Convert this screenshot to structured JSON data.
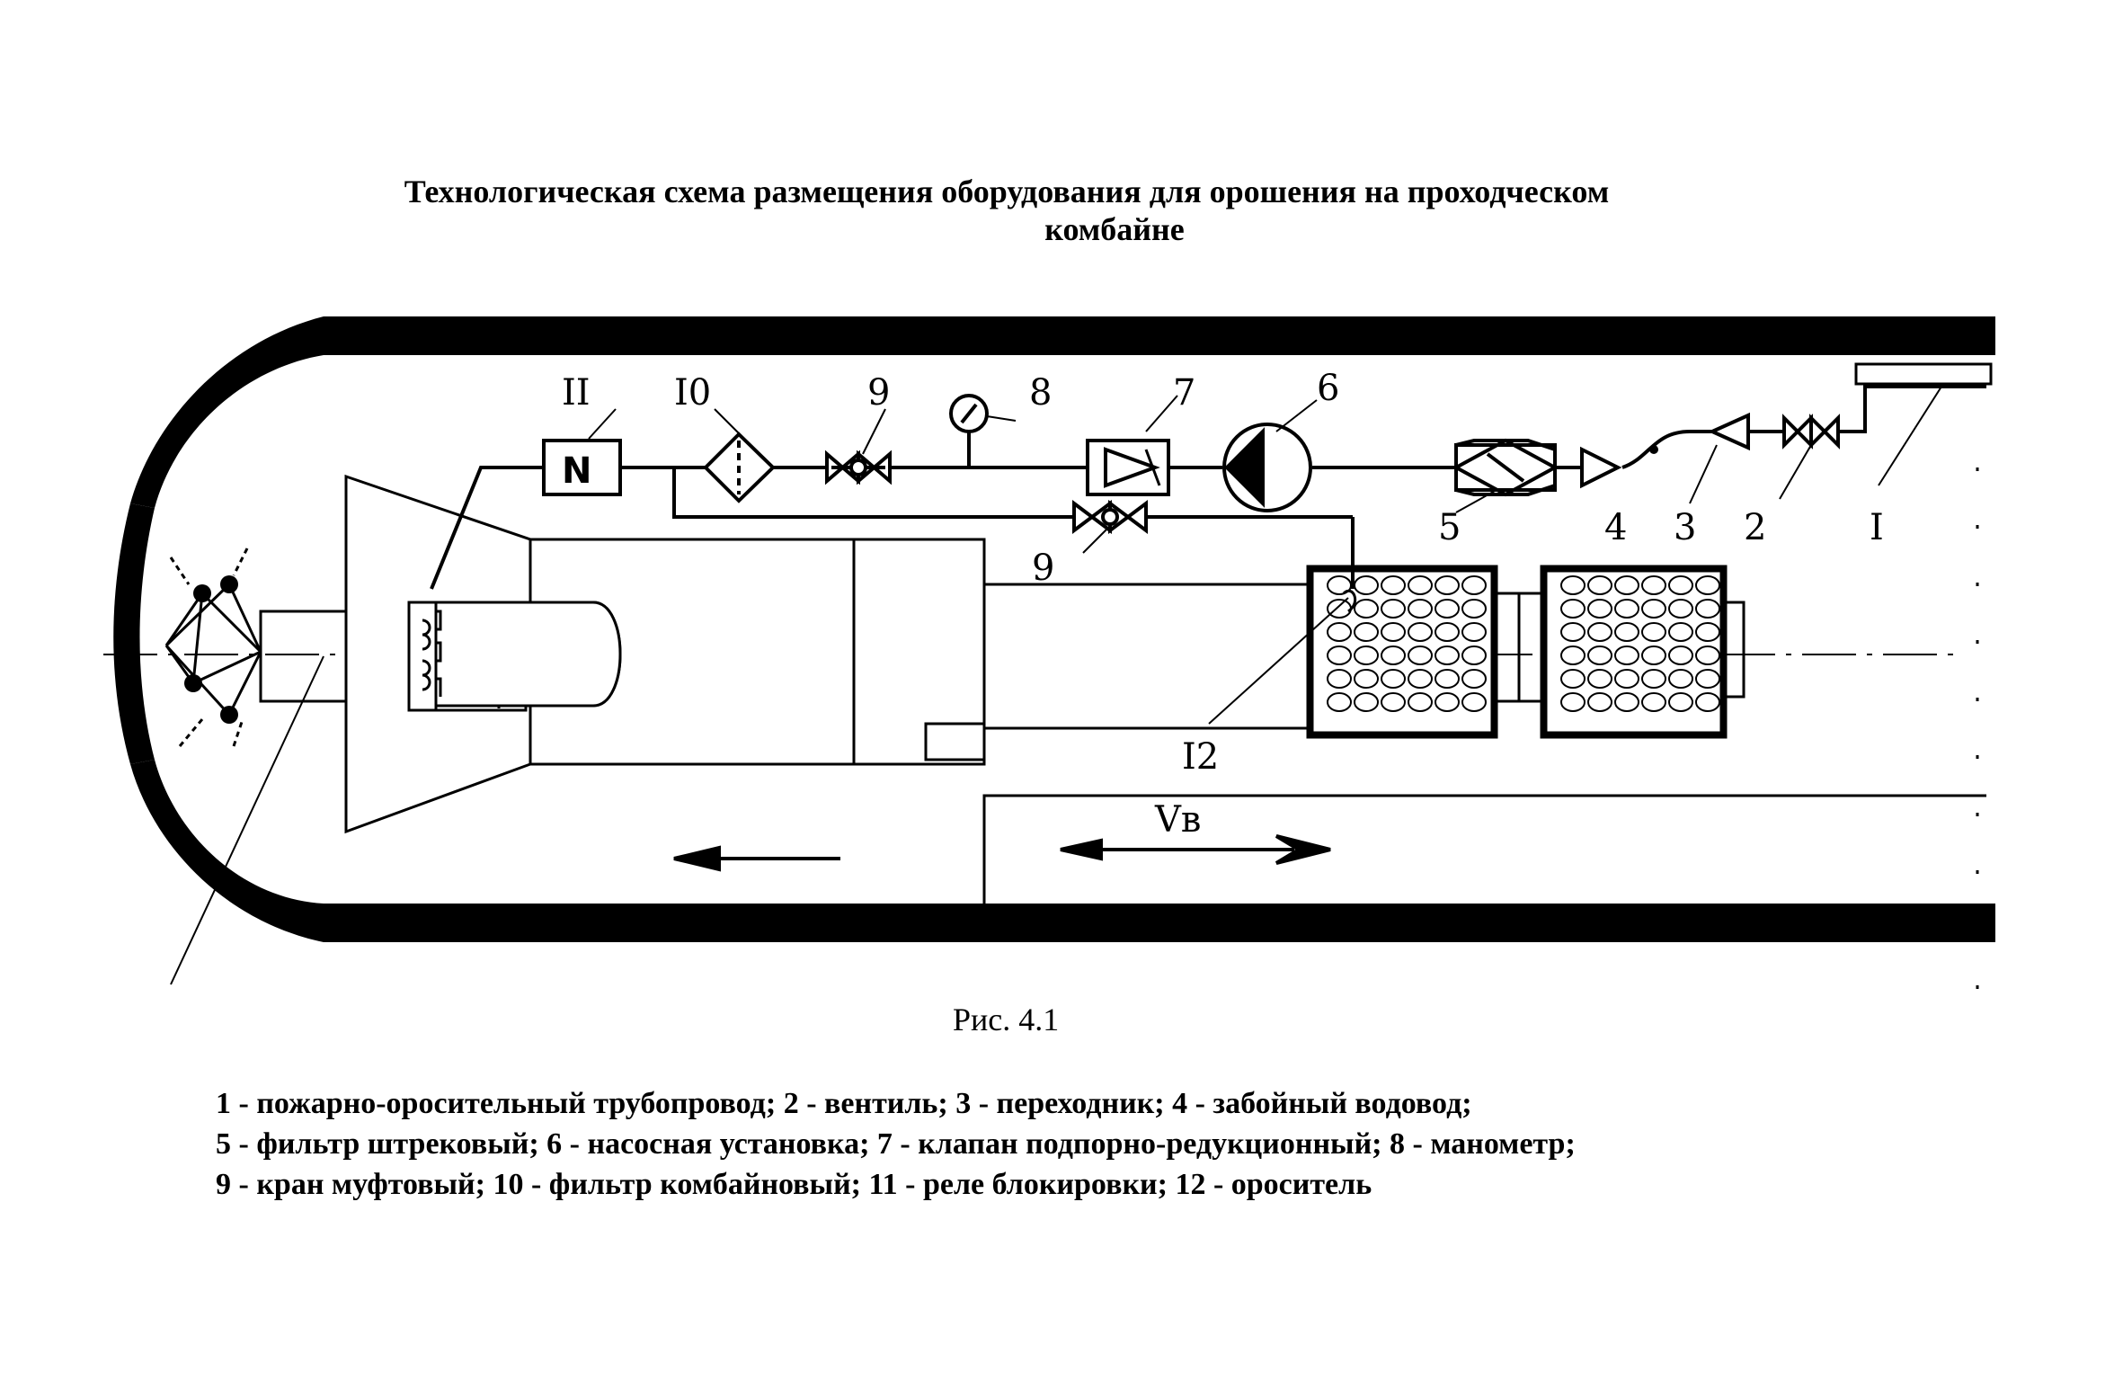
{
  "title": {
    "line1": "Технологическая схема размещения оборудования для орошения на проходческом",
    "line2": "комбайне"
  },
  "caption": "Рис. 4.1",
  "labels": {
    "l1": "I",
    "l2": "2",
    "l3": "3",
    "l4": "4",
    "l5": "5",
    "l6": "6",
    "l7": "7",
    "l8": "8",
    "l9a": "9",
    "l9b": "9",
    "l10": "I0",
    "l11": "II",
    "l12": "I2",
    "relay_letter": "N",
    "velocity": "Vв"
  },
  "legend": {
    "line1": "1 - пожарно-оросительный трубопровод; 2 - вентиль; 3 - переходник; 4 - забойный водовод;",
    "line2": "5 - фильтр штрековый; 6 - насосная установка; 7 - клапан подпорно-редукционный; 8 - манометр;",
    "line3": "9 - кран муфтовый; 10 - фильтр комбайновый; 11 - реле блокировки; 12 - ороситель"
  }
}
